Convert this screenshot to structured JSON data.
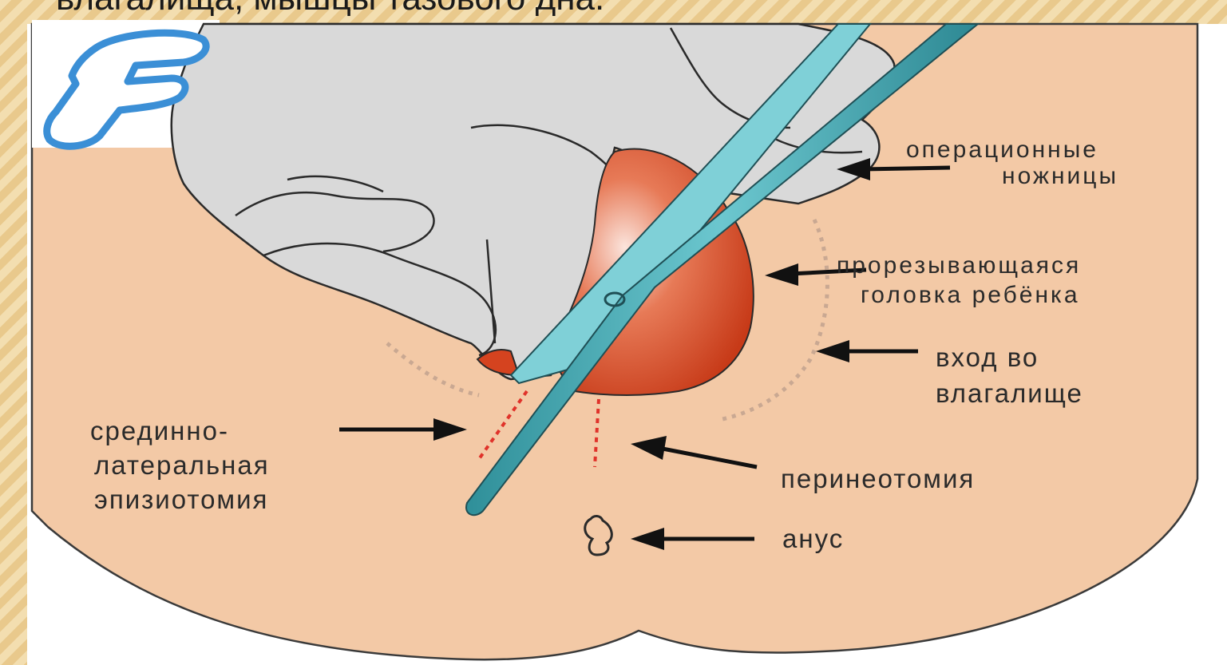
{
  "slide": {
    "title_cut": "влагалища, мышцы тазового дна."
  },
  "logo": {
    "letter": "F",
    "color": "#3b8fd6"
  },
  "labels": {
    "scissors_l1": "операционные",
    "scissors_l2": "ножницы",
    "head_l1": "прорезывающаяся",
    "head_l2": "головка ребёнка",
    "vagina_l1": "вход во",
    "vagina_l2": "влагалище",
    "perineotomy": "перинеотомия",
    "anus": "анус",
    "episiotomy_l1": "срединно-",
    "episiotomy_l2": "латеральная",
    "episiotomy_l3": "эпизиотомия"
  },
  "colors": {
    "skin": "#f3c9a6",
    "hand": "#d9d9d9",
    "head": "#d5431f",
    "scissors": "#3e9fa9",
    "cut": "#e0322a",
    "dots": "#c9a892"
  }
}
